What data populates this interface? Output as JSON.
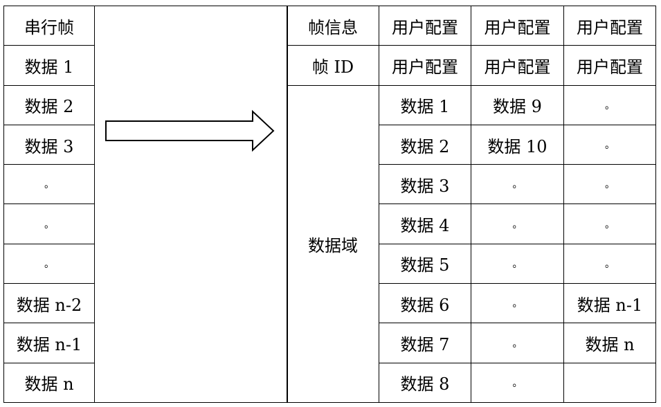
{
  "left_table": {
    "rows": [
      "串行帧",
      "数据 1",
      "数据 2",
      "数据 3",
      "。",
      "。",
      "。",
      "数据 n-2",
      "数据 n-1",
      "数据 n"
    ]
  },
  "right_table": {
    "header_row_1": [
      "帧信息",
      "用户配置",
      "用户配置",
      "用户配置"
    ],
    "header_row_2": [
      "帧 ID",
      "用户配置",
      "用户配置",
      "用户配置"
    ],
    "data_field_label": "数据域",
    "col2": [
      "数据 1",
      "数据 2",
      "数据 3",
      "数据 4",
      "数据 5",
      "数据 6",
      "数据 7",
      "数据 8"
    ],
    "col3": [
      "数据 9",
      "数据 10",
      "。",
      "。",
      "。",
      "。",
      "。",
      "。"
    ],
    "col4": [
      "。",
      "。",
      "。",
      "。",
      "。",
      "数据 n-1",
      "数据 n",
      ""
    ]
  }
}
